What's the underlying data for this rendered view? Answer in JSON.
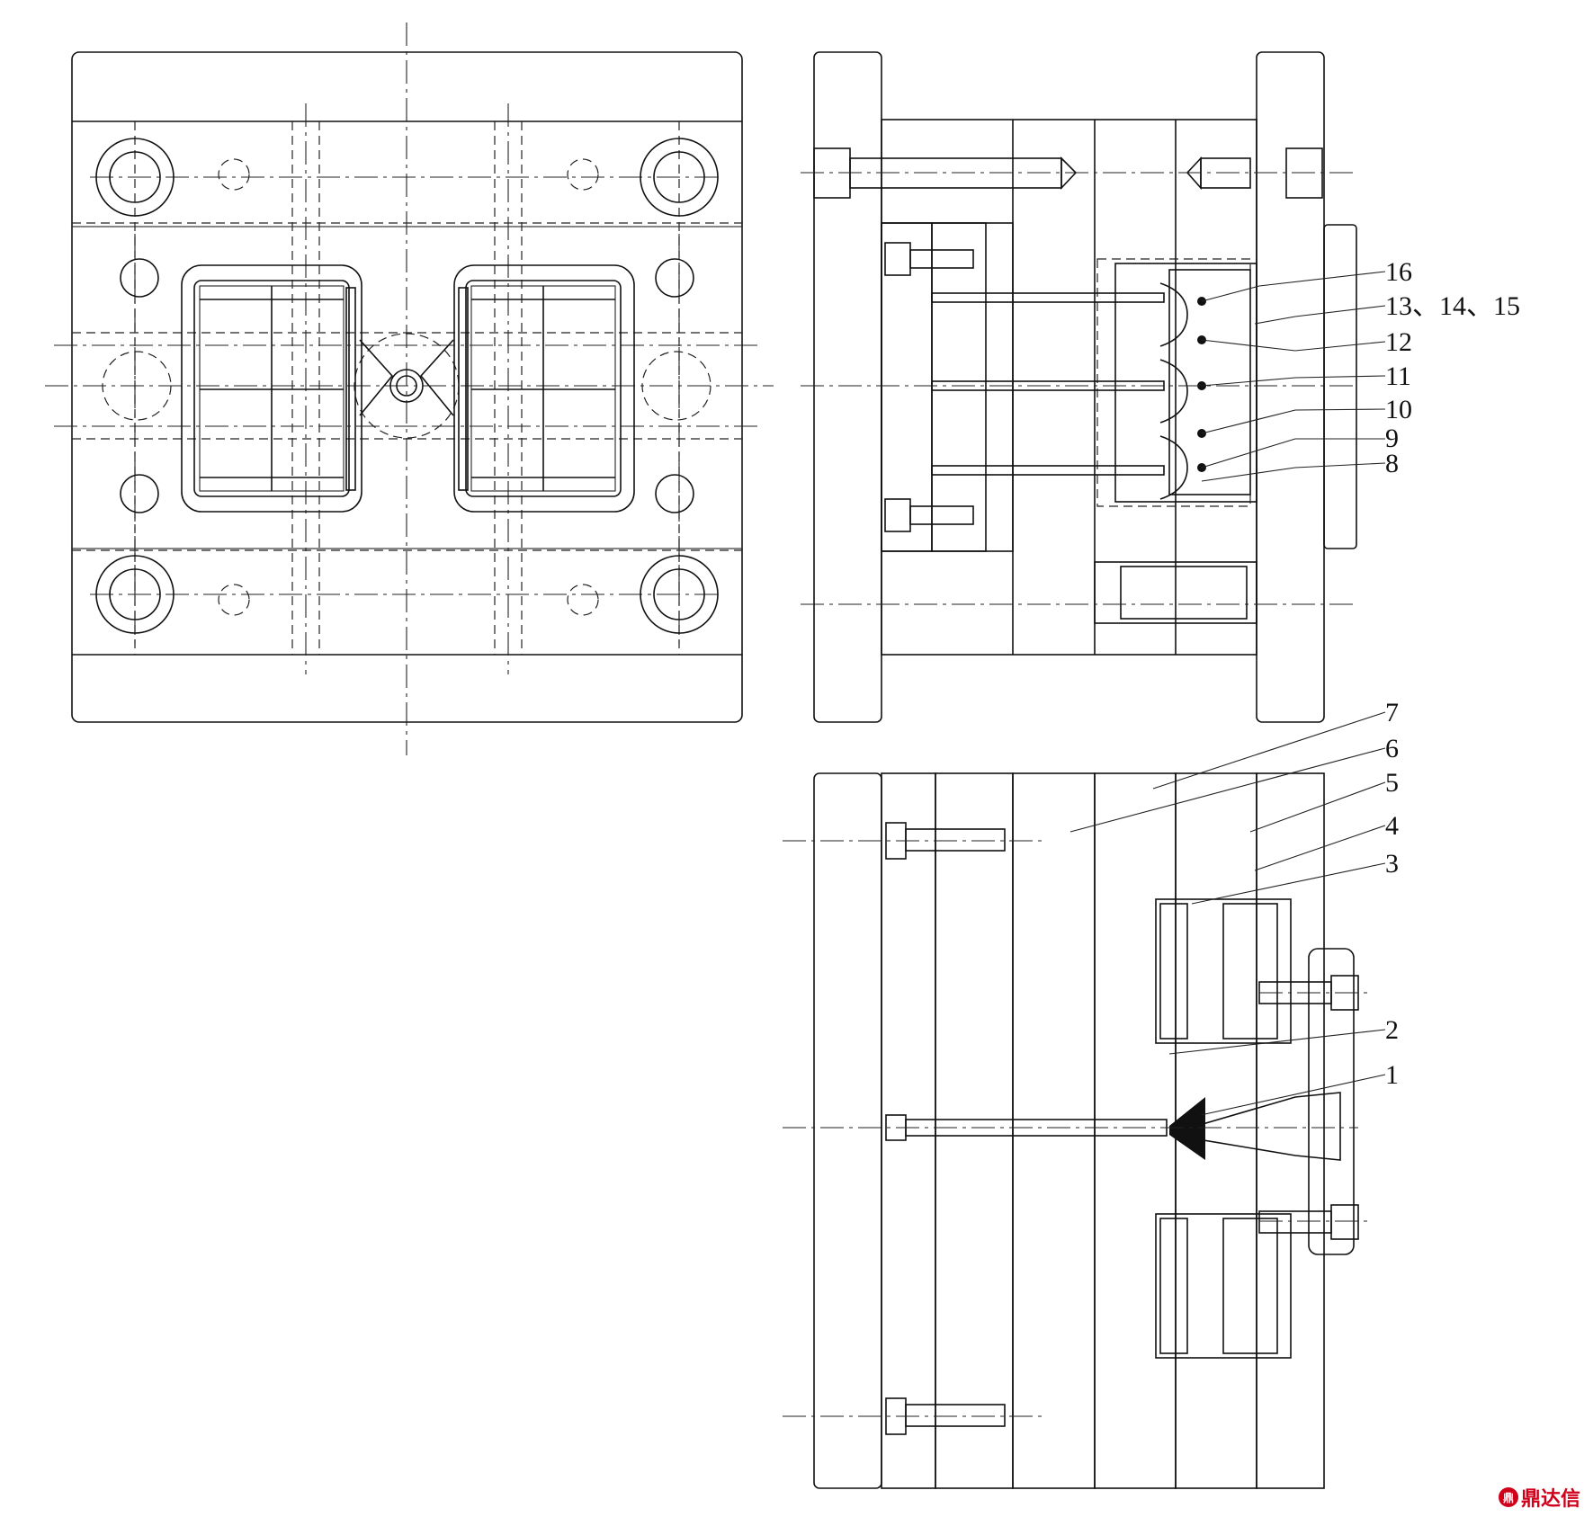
{
  "figure": {
    "callouts": [
      {
        "id": "c16",
        "label": "16"
      },
      {
        "id": "c13",
        "label": "13、14、15"
      },
      {
        "id": "c12",
        "label": "12"
      },
      {
        "id": "c11",
        "label": "11"
      },
      {
        "id": "c10",
        "label": "10"
      },
      {
        "id": "c9",
        "label": "9"
      },
      {
        "id": "c8",
        "label": "8"
      },
      {
        "id": "c7",
        "label": "7"
      },
      {
        "id": "c6",
        "label": "6"
      },
      {
        "id": "c5",
        "label": "5"
      },
      {
        "id": "c4",
        "label": "4"
      },
      {
        "id": "c3",
        "label": "3"
      },
      {
        "id": "c2",
        "label": "2"
      },
      {
        "id": "c1",
        "label": "1"
      }
    ]
  },
  "watermark": {
    "seal": "鼎",
    "text": "鼎达信"
  },
  "colors": {
    "line": "#111111",
    "watermark": "#d0001b"
  }
}
